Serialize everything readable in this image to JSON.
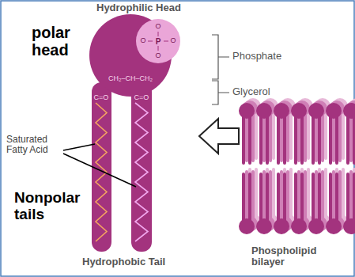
{
  "diagram": {
    "labels": [
      "Hydrophilic Head",
      "polar head",
      "Phosphate",
      "Glycerol",
      "Saturated Fatty Acid",
      "Nonpolar tails",
      "Hydrophobic Tail",
      "Phospholipid bilayer",
      "CH₂–CH–CH₂",
      "C=O",
      "C=O",
      "P",
      "O",
      "O",
      "O",
      "O"
    ]
  }
}
